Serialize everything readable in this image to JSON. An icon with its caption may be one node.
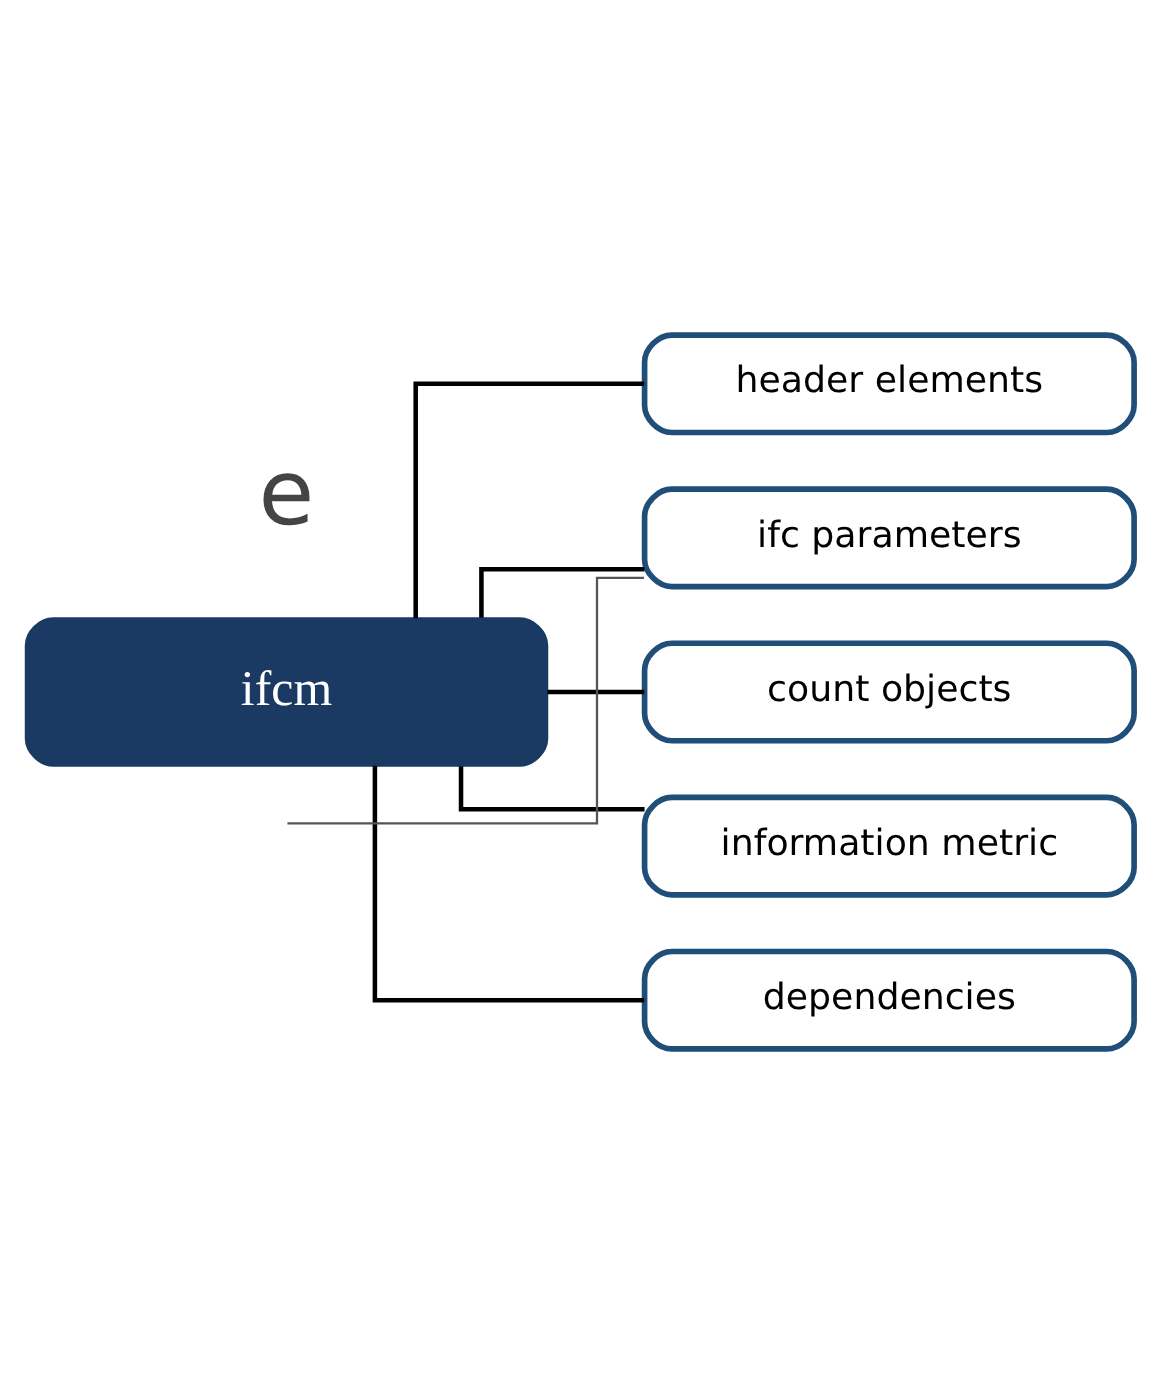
{
  "diagram": {
    "nodes": [
      {
        "text": [
          "ifcm"
        ]
      },
      {
        "text": [
          "header elements"
        ]
      },
      {
        "text": [
          "ifc parameters"
        ]
      },
      {
        "text": [
          "count objects"
        ]
      },
      {
        "text": [
          "information metric"
        ]
      },
      {
        "text": [
          "dependencies"
        ]
      }
    ],
    "edges": [
      {
        "from": 0,
        "to": 1,
        "arrow": "none"
      },
      {
        "from": 0,
        "to": 2,
        "arrow": "none"
      },
      {
        "from": 0,
        "to": 3,
        "arrow": "none"
      },
      {
        "from": 0,
        "to": 4,
        "arrow": "none"
      },
      {
        "from": 0,
        "to": 5,
        "arrow": "none"
      },
      {
        "from": null,
        "to": 2,
        "arrow": "none",
        "color": "#555555"
      }
    ],
    "labels": [
      "e"
    ]
  }
}
